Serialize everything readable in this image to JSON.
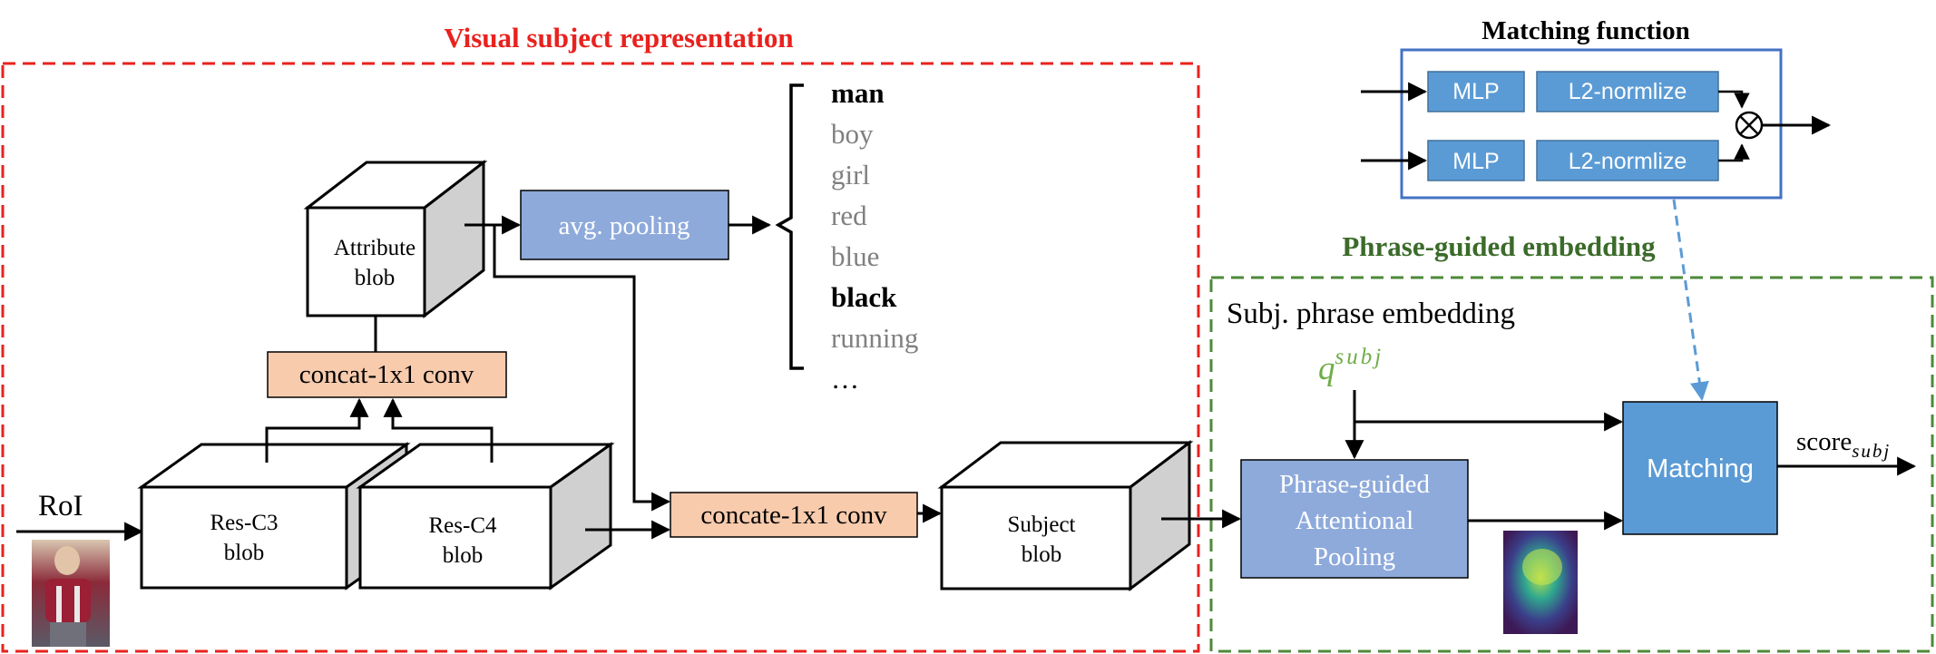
{
  "titles": {
    "visual": "Visual subject representation",
    "phrase": "Phrase-guided embedding",
    "matching": "Matching function"
  },
  "input": {
    "label": "RoI"
  },
  "blobs": {
    "res_c3": [
      "Res-C3",
      "blob"
    ],
    "res_c4": [
      "Res-C4",
      "blob"
    ],
    "attribute": [
      "Attribute",
      "blob"
    ],
    "subject": [
      "Subject",
      "blob"
    ]
  },
  "ops": {
    "concat_top": "concat-1x1 conv",
    "concat_mid": "concate-1x1 conv",
    "avg_pool": "avg. pooling",
    "phrase_pool": [
      "Phrase-guided",
      "Attentional",
      "Pooling"
    ],
    "matching": "Matching"
  },
  "attributes": [
    {
      "text": "man",
      "bold": true
    },
    {
      "text": "boy",
      "bold": false
    },
    {
      "text": "girl",
      "bold": false
    },
    {
      "text": "red",
      "bold": false
    },
    {
      "text": "blue",
      "bold": false
    },
    {
      "text": "black",
      "bold": true
    },
    {
      "text": "running",
      "bold": false
    },
    {
      "text": "…",
      "bold": false
    }
  ],
  "phrase": {
    "label": "Subj. phrase embedding",
    "symbol": "q",
    "superscript": "subj"
  },
  "score": {
    "base": "score",
    "sub": "subj"
  },
  "matching_fn": {
    "rows": [
      {
        "mlp": "MLP",
        "norm": "L2-normlize"
      },
      {
        "mlp": "MLP",
        "norm": "L2-normlize"
      }
    ],
    "operator": "⊗"
  },
  "colors": {
    "visual_border": "#e8221e",
    "phrase_border": "#4e8a3a",
    "phrase_title": "#3b6b2a",
    "match_border": "#4472c4",
    "blue_box": "#5b9bd5",
    "light_blue_box": "#8eaadb",
    "orange_box": "#f8cbad",
    "gray_text": "#808080",
    "q_green": "#70ad47",
    "dashed_arrow": "#5b9bd5"
  }
}
